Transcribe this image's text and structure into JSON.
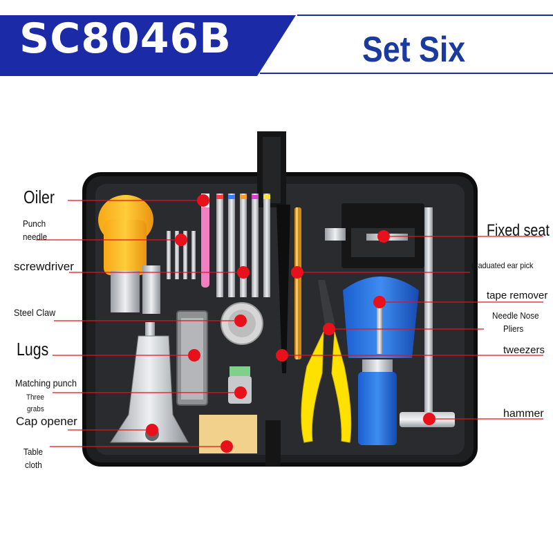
{
  "header": {
    "model": "SC8046B",
    "subtitle": "Set Six",
    "colors": {
      "banner": "#1b2aa6",
      "subtitle": "#1a3aa0",
      "marker": "#e8101a"
    }
  },
  "labels_left": [
    {
      "key": "oiler",
      "lines": [
        "Oiler"
      ]
    },
    {
      "key": "punch-needle",
      "lines": [
        "Punch",
        "needle"
      ]
    },
    {
      "key": "screwdriver",
      "lines": [
        "screwdriver"
      ]
    },
    {
      "key": "steel-claw",
      "lines": [
        "Steel Claw"
      ]
    },
    {
      "key": "lugs",
      "lines": [
        "Lugs"
      ]
    },
    {
      "key": "matching-punch",
      "lines": [
        "Matching punch"
      ]
    },
    {
      "key": "three-grabs",
      "lines": [
        "Three",
        "grabs"
      ]
    },
    {
      "key": "cap-opener",
      "lines": [
        "Cap opener"
      ]
    },
    {
      "key": "table-cloth",
      "lines": [
        "Table",
        "cloth"
      ]
    }
  ],
  "labels_right": [
    {
      "key": "fixed-seat",
      "lines": [
        "Fixed seat"
      ]
    },
    {
      "key": "graduated-ear-pick",
      "lines": [
        "graduated ear pick"
      ]
    },
    {
      "key": "tape-remover",
      "lines": [
        "tape remover"
      ]
    },
    {
      "key": "needle-nose-pliers",
      "lines": [
        "Needle Nose",
        "Pliers"
      ]
    },
    {
      "key": "tweezers",
      "lines": [
        "tweezers"
      ]
    },
    {
      "key": "hammer",
      "lines": [
        "hammer"
      ]
    }
  ]
}
